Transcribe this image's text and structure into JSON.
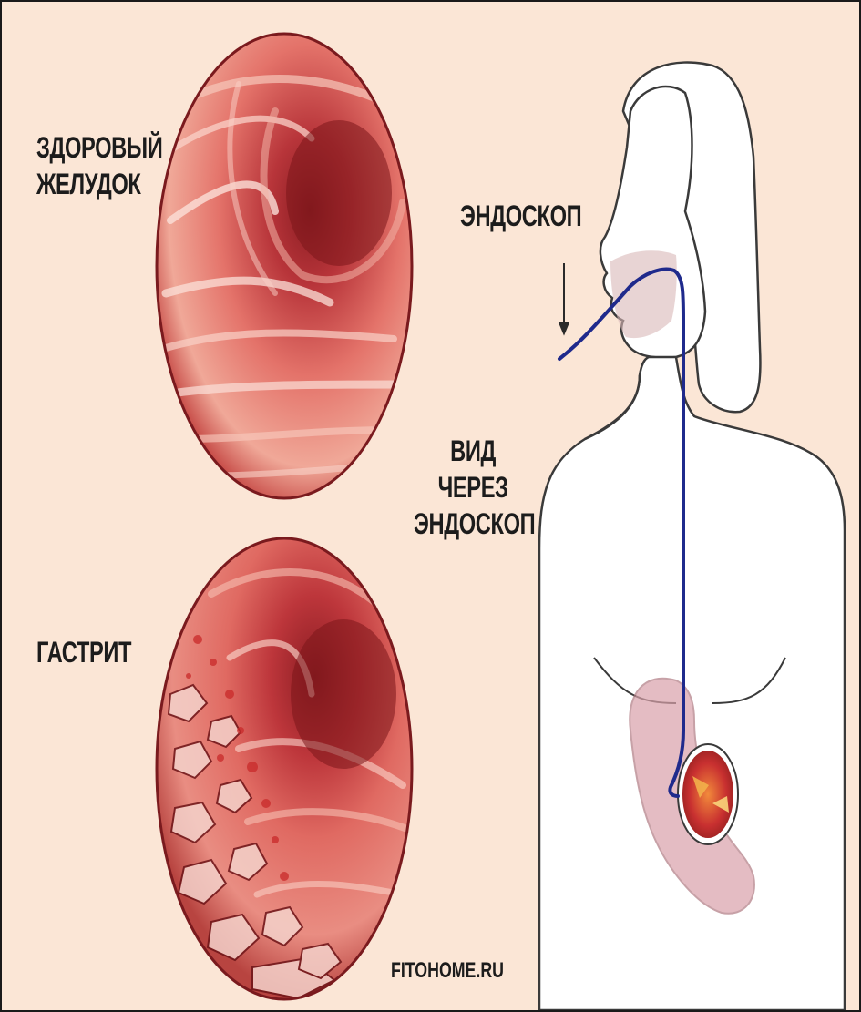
{
  "labels": {
    "healthy_stomach": "ЗДОРОВЫЙ\nЖЕЛУДОК",
    "gastritis": "ГАСТРИТ",
    "endoscope": "ЭНДОСКОП",
    "endoscope_view": "ВИД\nЧЕРЕЗ\nЭНДОСКОП"
  },
  "watermark": "FITOHOME.RU",
  "colors": {
    "background": "#fbe6d6",
    "mucosa": "#d9534f",
    "mucosa_dark": "#8e1e22",
    "endoscope_tube": "#1f2a8c",
    "body_outline": "#3a3a3a"
  },
  "icons": {
    "arrow": "down-arrow-icon"
  }
}
